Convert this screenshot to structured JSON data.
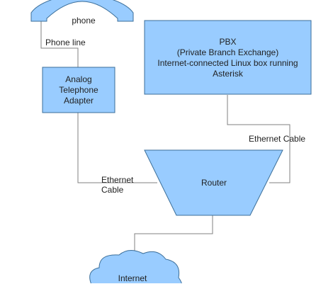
{
  "diagram": {
    "colors": {
      "fill": "#99ccff",
      "stroke": "#3b6e99",
      "connector": "#808080",
      "background": "#ffffff"
    },
    "nodes": {
      "phone": {
        "label": "phone",
        "shape": "handset"
      },
      "pbx": {
        "label": "PBX\n(Private Branch Exchange)\nInternet-connected Linux box running\nAsterisk",
        "shape": "rectangle"
      },
      "ata": {
        "label": "Analog\nTelephone\nAdapter",
        "shape": "rectangle"
      },
      "router": {
        "label": "Router",
        "shape": "trapezoid"
      },
      "internet": {
        "label": "Internet",
        "shape": "cloud"
      }
    },
    "edges": [
      {
        "from": "phone",
        "to": "ata",
        "label": "Phone line"
      },
      {
        "from": "pbx",
        "to": "router",
        "label": "Ethernet Cable"
      },
      {
        "from": "ata",
        "to": "router",
        "label": "Ethernet\nCable"
      },
      {
        "from": "router",
        "to": "internet",
        "label": ""
      }
    ]
  }
}
